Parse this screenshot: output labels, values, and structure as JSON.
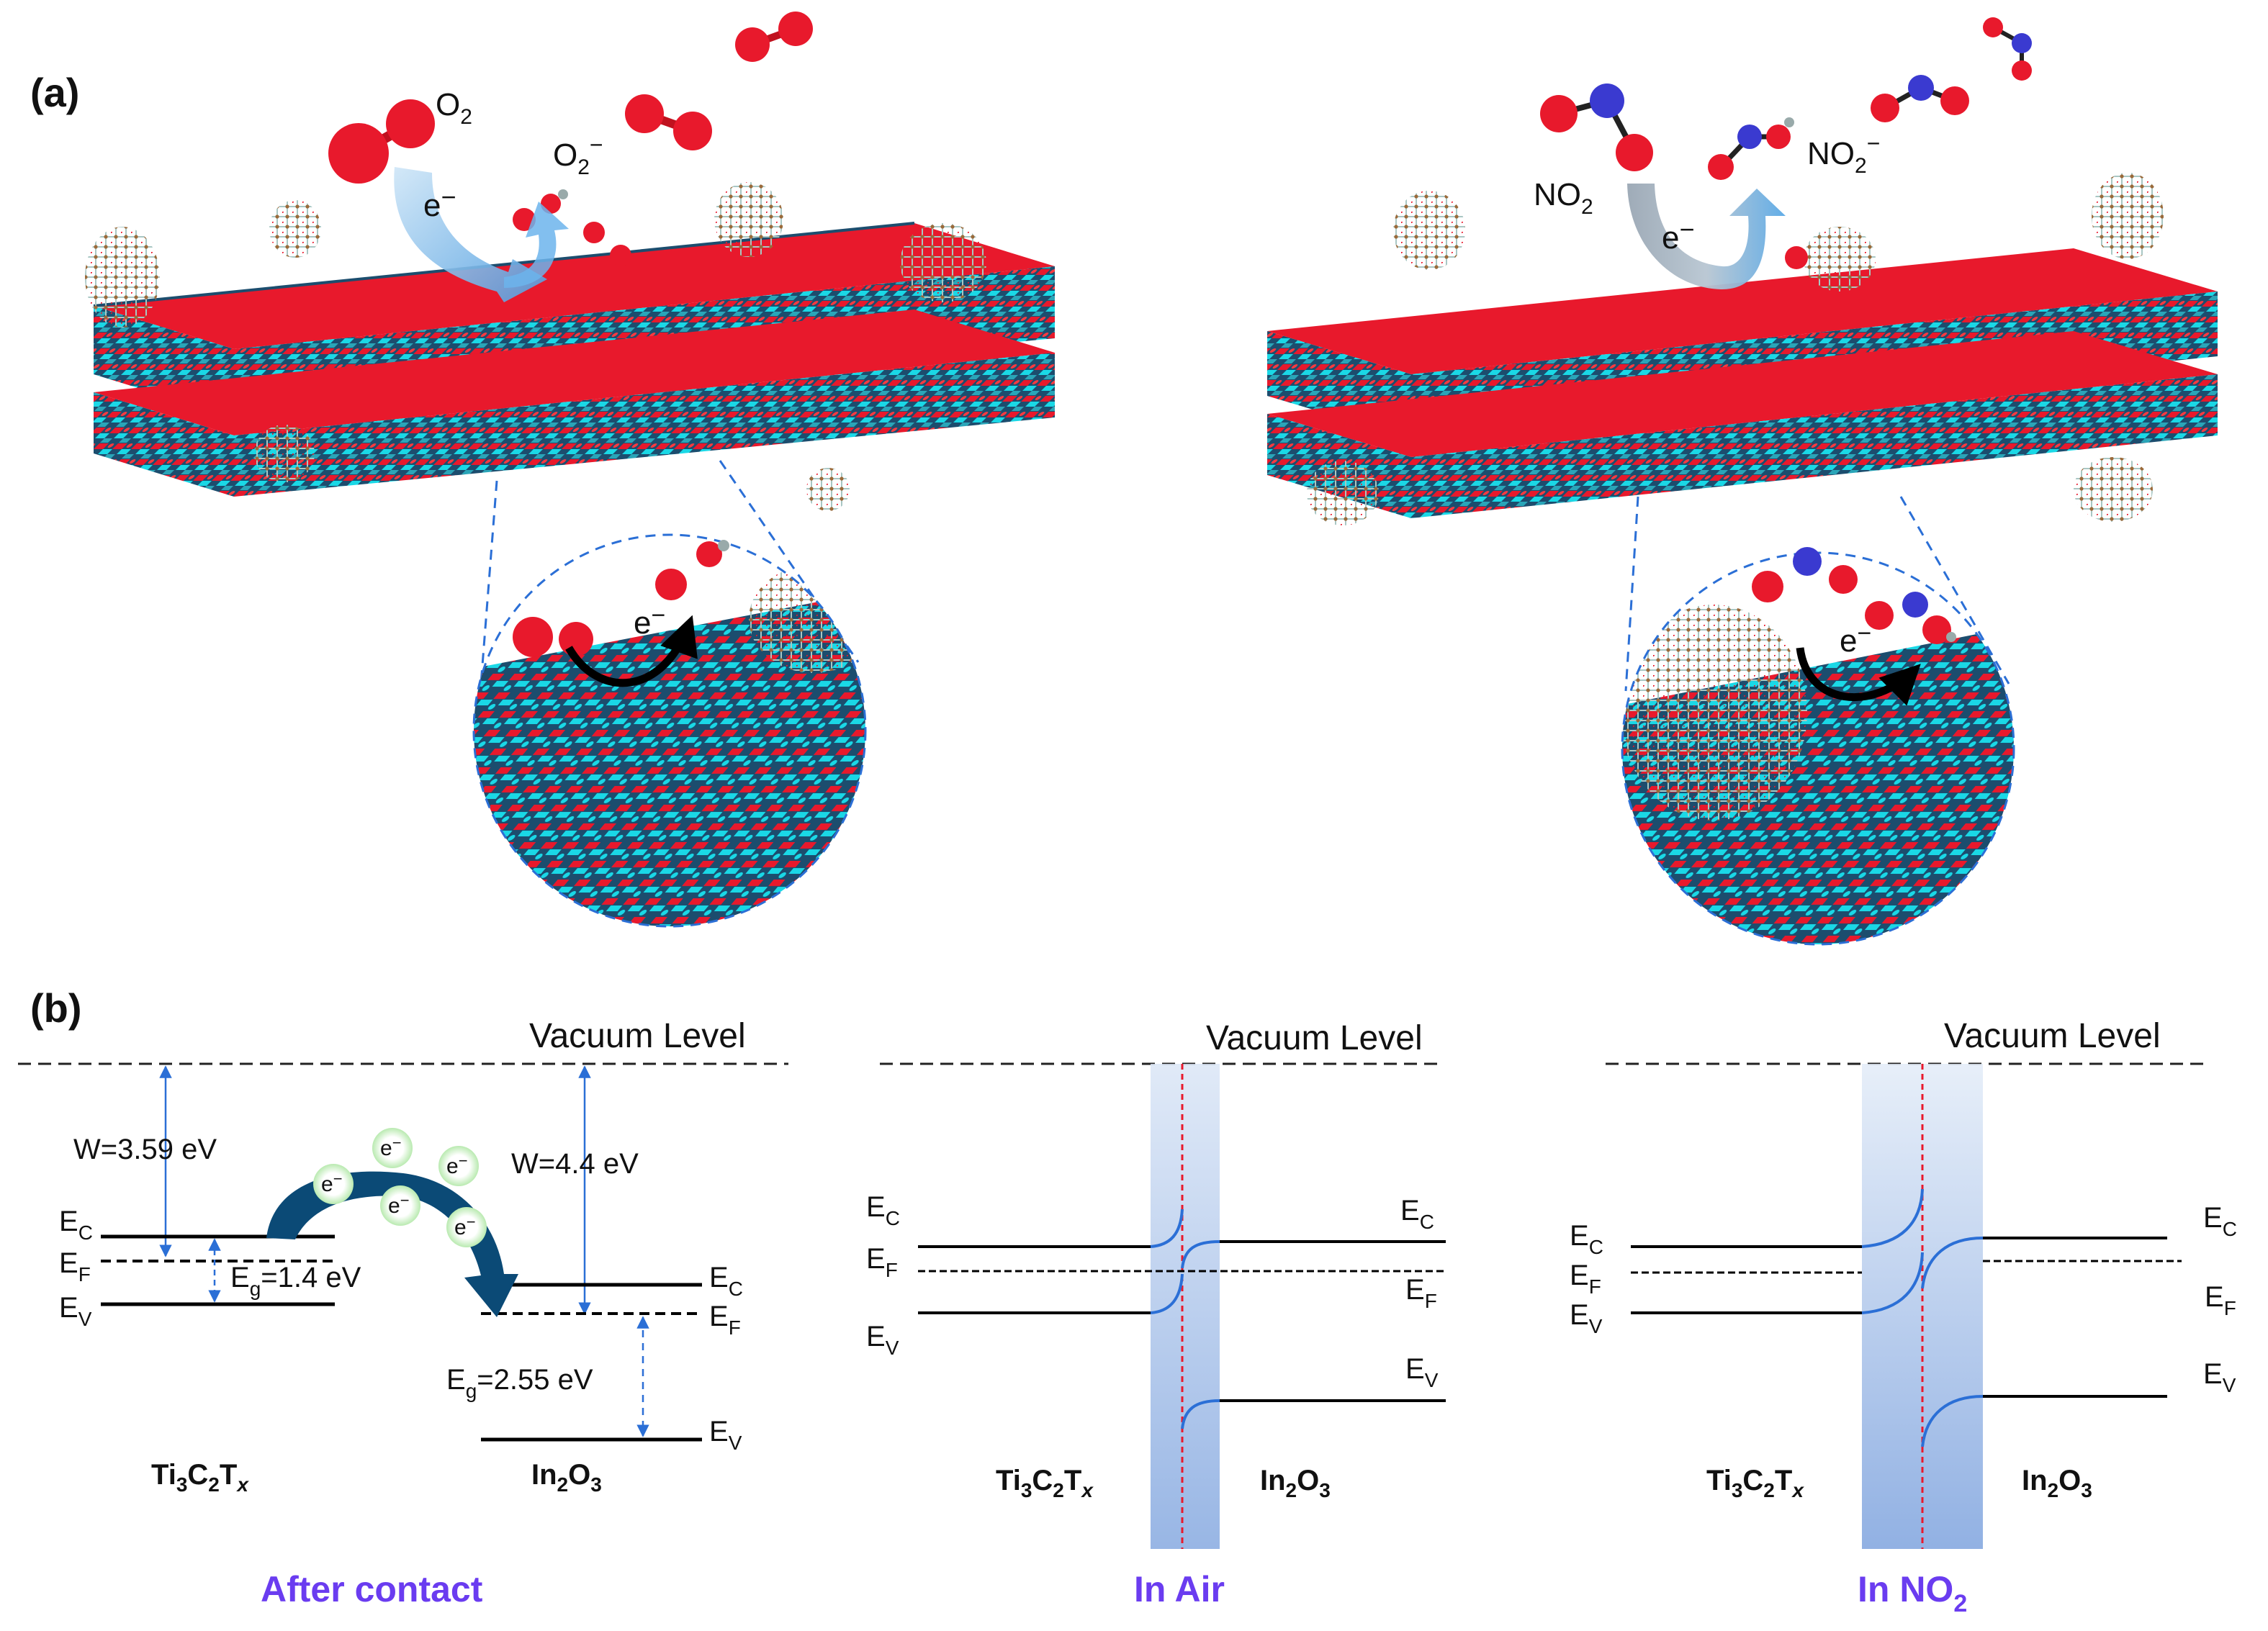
{
  "panel_a": {
    "label": "(a)",
    "left_scene": {
      "molecule_label": "O",
      "molecule_sub": "2",
      "ion_label": "O",
      "ion_sub": "2",
      "ion_sup": "−",
      "electron_label": "e",
      "electron_sup": "−",
      "inset_electron": "e",
      "inset_electron_sup": "−"
    },
    "right_scene": {
      "molecule_label": "NO",
      "molecule_sub": "2",
      "ion_label": "NO",
      "ion_sub": "2",
      "ion_sup": "−",
      "electron_label": "e",
      "electron_sup": "−",
      "inset_electron": "e",
      "inset_electron_sup": "−"
    }
  },
  "panel_b": {
    "label": "(b)",
    "after_contact": {
      "vacuum_level": "Vacuum Level",
      "w_left": "W=3.59 eV",
      "w_right": "W=4.4 eV",
      "eg_left": "=1.4 eV",
      "eg_right": "=2.55 eV",
      "e_letter": "E",
      "sub_c": "C",
      "sub_f": "F",
      "sub_v": "V",
      "sub_g": "g",
      "electron": "e",
      "electron_sup": "−",
      "material_left": "Ti3C2Tx",
      "material_right": "In2O3",
      "caption": "After contact"
    },
    "in_air": {
      "vacuum_level": "Vacuum Level",
      "caption": "In Air"
    },
    "in_no2": {
      "vacuum_level": "Vacuum Level",
      "caption": "In NO",
      "caption_sub": "2"
    }
  },
  "colors": {
    "oxygen": "#e8192c",
    "nitrogen": "#3a3ad0",
    "ti_atom": "#1ad8e6",
    "substrate_dark": "#1c4d6e",
    "arrow_blue": "#5aa9e6",
    "dark_arrow": "#0b4a76",
    "band_blue": "#2b6fd6",
    "caption_purple": "#6a3cf0"
  }
}
